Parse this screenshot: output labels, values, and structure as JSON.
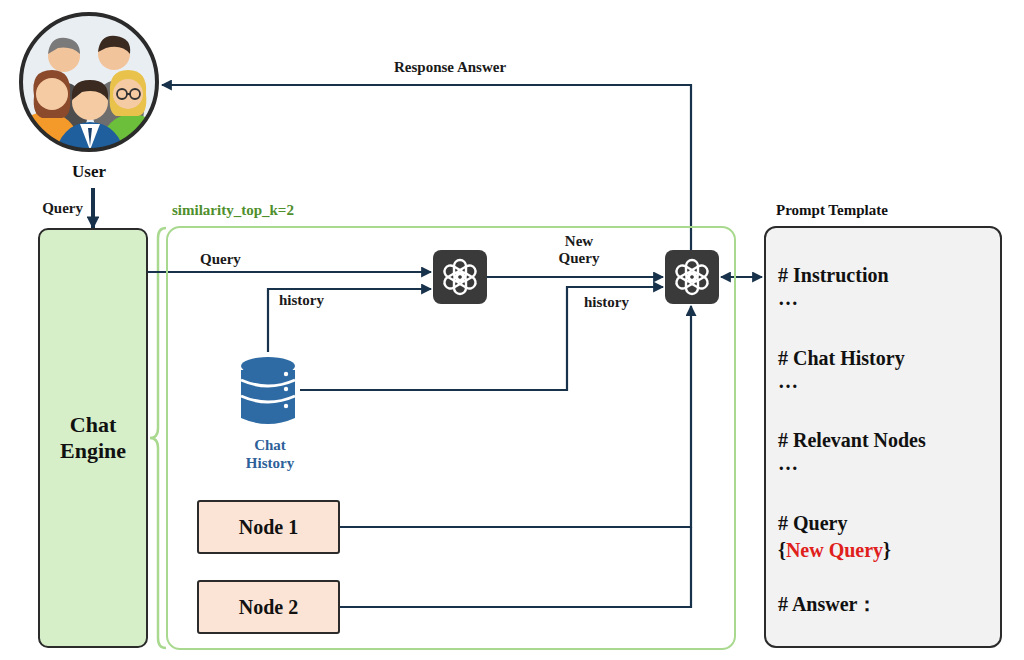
{
  "diagram": {
    "nodes": [
      {
        "text": [
          "User"
        ]
      },
      {
        "text": [
          "Chat Engine"
        ]
      },
      {
        "text": [
          "similarity_top_k=2"
        ]
      },
      {
        "text": [
          "Chat History"
        ],
        "in": 2
      },
      {
        "text": [
          "Node 1"
        ],
        "in": 2
      },
      {
        "text": [
          "Node 2"
        ],
        "in": 2
      },
      {
        "text": [
          "Prompt Template",
          "# Instruction",
          "…",
          "# Chat History",
          "…",
          "# Relevant Nodes",
          "…",
          "# Query",
          "{",
          "New Query",
          "}",
          "# Answer："
        ]
      }
    ],
    "edges": [
      {
        "from": 0,
        "to": 1,
        "label": "Query",
        "arrow": "to"
      }
    ],
    "labels": [
      "Query",
      "history",
      "New Query",
      "history",
      "Response Answer"
    ]
  }
}
